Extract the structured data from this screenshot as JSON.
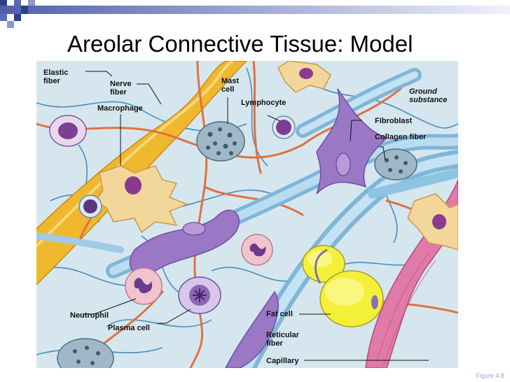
{
  "slide": {
    "title": "Areolar Connective Tissue: Model",
    "figure_ref": "Figure 4.8"
  },
  "labels": {
    "elastic_fiber": "Elastic\nfiber",
    "nerve_fiber": "Nerve\nfiber",
    "macrophage": "Macrophage",
    "mast_cell": "Mast\ncell",
    "lymphocyte": "Lymphocyte",
    "ground_substance": "Ground\nsubstance",
    "fibroblast": "Fibroblast",
    "collagen_fiber": "Collagen fiber",
    "neutrophil": "Neutrophil",
    "plasma_cell": "Plasma cell",
    "fat_cell": "Fat cell",
    "reticular_fiber": "Reticular\nfiber",
    "capillary": "Capillary"
  },
  "colors": {
    "background": "#d6e6ef",
    "elastic_fiber": "#f0b82e",
    "collagen_fiber": "#a8d3ea",
    "fibroblast": "#9a78c6",
    "nerve_fiber": "#e0713e",
    "macrophage": "#f3d79a",
    "fat_cell": "#f4f03a",
    "capillary": "#e07aa8",
    "reticular_fiber": "#2f7fb6"
  }
}
